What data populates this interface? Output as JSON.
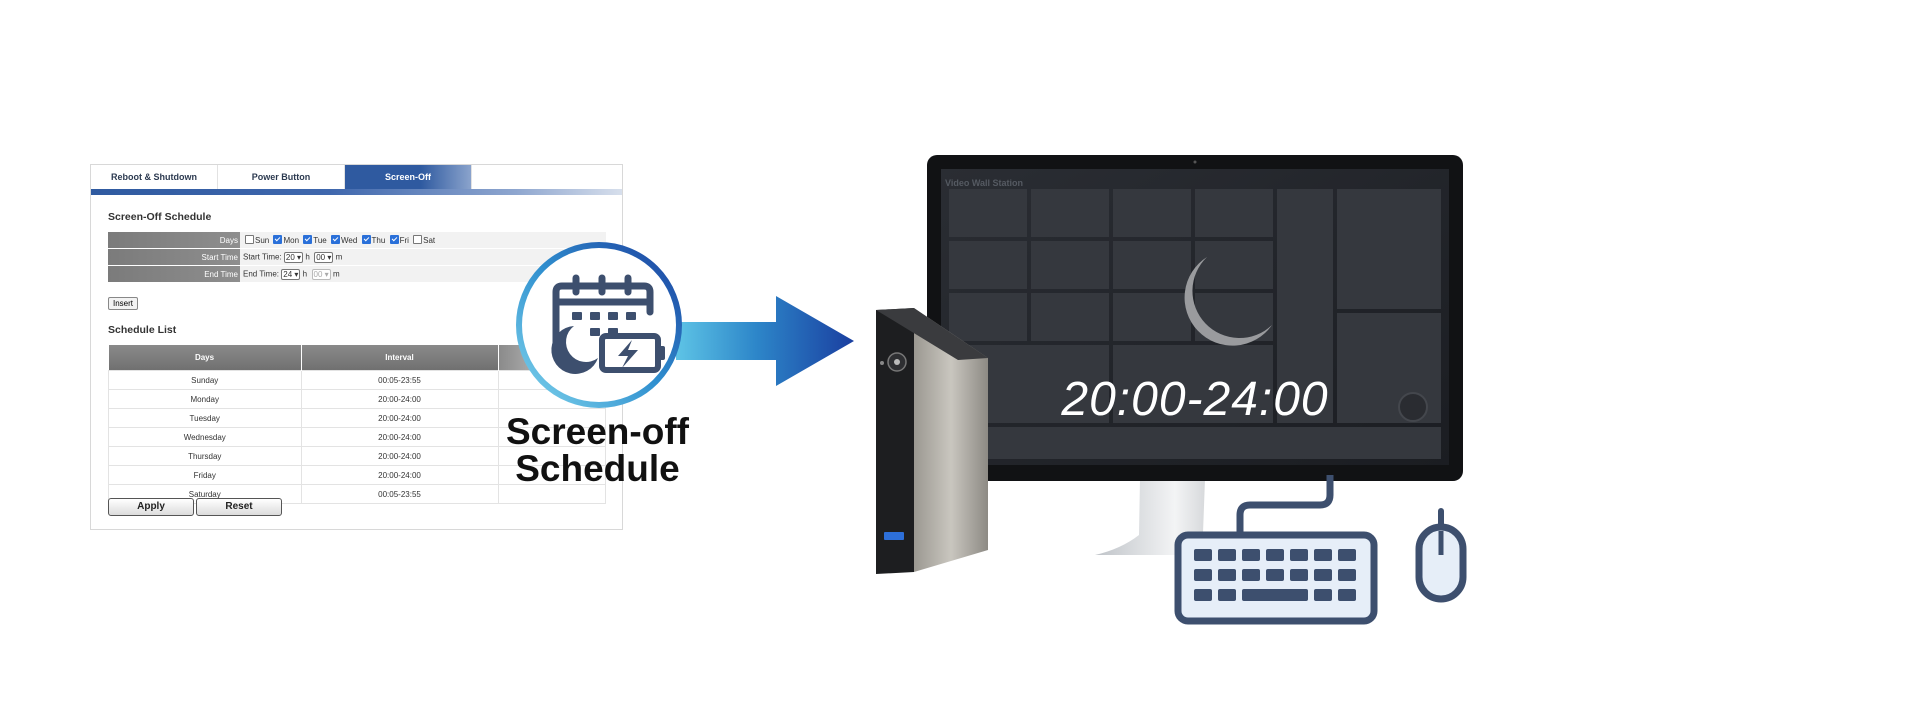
{
  "tabs": [
    {
      "label": "Reboot & Shutdown",
      "active": false
    },
    {
      "label": "Power Button",
      "active": false
    },
    {
      "label": "Screen-Off",
      "active": true
    }
  ],
  "schedule_form": {
    "title": "Screen-Off Schedule",
    "days_label": "Days",
    "days": [
      {
        "label": "Sun",
        "checked": false
      },
      {
        "label": "Mon",
        "checked": true
      },
      {
        "label": "Tue",
        "checked": true
      },
      {
        "label": "Wed",
        "checked": true
      },
      {
        "label": "Thu",
        "checked": true
      },
      {
        "label": "Fri",
        "checked": true
      },
      {
        "label": "Sat",
        "checked": false
      }
    ],
    "start_label": "Start Time",
    "start_inline": "Start Time:",
    "start_hour": "20",
    "start_min": "00",
    "end_label": "End Time",
    "end_inline": "End Time:",
    "end_hour": "24",
    "end_min": "00",
    "h_unit": "h",
    "m_unit": "m",
    "insert_label": "Insert"
  },
  "schedule_list": {
    "title": "Schedule List",
    "columns": [
      "Days",
      "Interval"
    ],
    "rows": [
      {
        "day": "Sunday",
        "interval": "00:05-23:55"
      },
      {
        "day": "Monday",
        "interval": "20:00-24:00"
      },
      {
        "day": "Tuesday",
        "interval": "20:00-24:00"
      },
      {
        "day": "Wednesday",
        "interval": "20:00-24:00"
      },
      {
        "day": "Thursday",
        "interval": "20:00-24:00"
      },
      {
        "day": "Friday",
        "interval": "20:00-24:00"
      },
      {
        "day": "Saturday",
        "interval": "00:05-23:55"
      }
    ]
  },
  "buttons": {
    "apply": "Apply",
    "reset": "Reset"
  },
  "badge": {
    "line1": "Screen-off",
    "line2": "Schedule",
    "icon": "calendar-moon-battery-icon"
  },
  "monitor": {
    "app_title": "Video Wall Station",
    "time_range": "20:00-24:00",
    "icon": "moon-icon"
  },
  "colors": {
    "accent_blue": "#1f4fa8",
    "badge_ring": "#2a86c8",
    "icon_slate": "#3d4f6e"
  }
}
